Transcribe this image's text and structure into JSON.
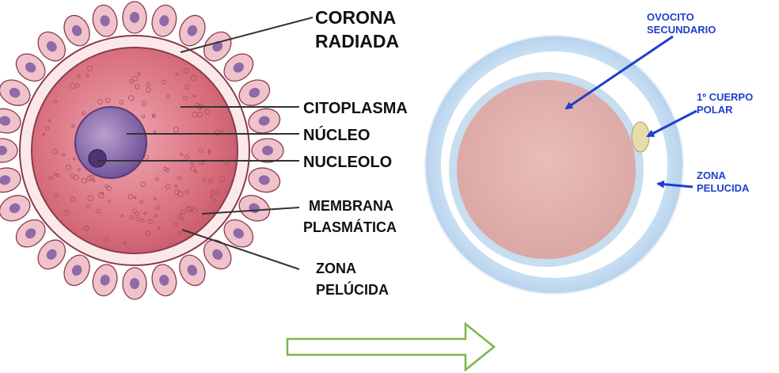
{
  "left_diagram": {
    "labels": {
      "corona_radiada_line1": "CORONA",
      "corona_radiada_line2": "RADIADA",
      "citoplasma": "CITOPLASMA",
      "nucleo": "NÚCLEO",
      "nucleolo": "NUCLEOLO",
      "membrana_line1": "MEMBRANA",
      "membrana_line2": "PLASMÁTICA",
      "zona_line1": "ZONA",
      "zona_line2": "PELÚCIDA"
    },
    "colors": {
      "cell_outline": "#8a3b4a",
      "corona_cell_fill": "#f0c2cc",
      "corona_nucleus": "#8f6aa6",
      "zona": "#fbe9ea",
      "cytoplasm": "#d9707f",
      "nucleus": "#7b5aa0",
      "label_text": "#111111",
      "leader_line": "#333333"
    }
  },
  "right_diagram": {
    "labels": {
      "ovocito_line1": "OVOCITO",
      "ovocito_line2": "SECUNDARIO",
      "cuerpo_polar_line1": "1º CUERPO",
      "cuerpo_polar_line2": "POLAR",
      "zona_line1": "ZONA",
      "zona_line2": "PELUCIDA"
    },
    "colors": {
      "zona_fill": "#bcd7ef",
      "zona_outline": "#ffffff",
      "ovocito_fill": "#e2b3b0",
      "polar_body": "#e8dca8",
      "label_text": "#1f3fcc",
      "arrow": "#1f3fcc"
    }
  },
  "transition_arrow": {
    "color": "#7ab648",
    "icon": "right-arrow-outline"
  }
}
